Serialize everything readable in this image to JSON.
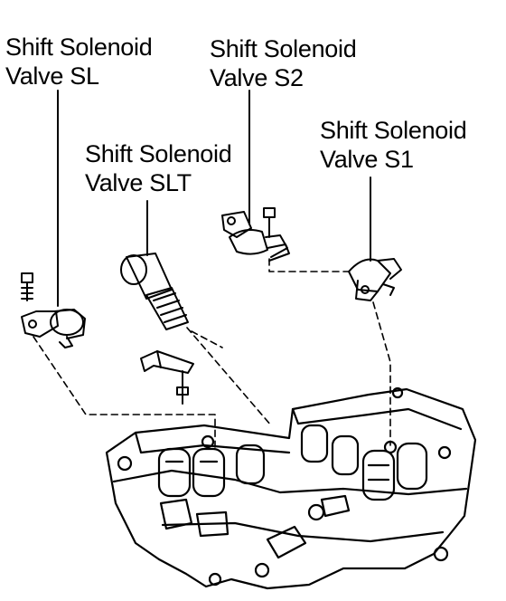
{
  "labels": {
    "sl": {
      "line1": "Shift Solenoid",
      "line2": "Valve SL"
    },
    "s2": {
      "line1": "Shift Solenoid",
      "line2": "Valve S2"
    },
    "slt": {
      "line1": "Shift Solenoid",
      "line2": "Valve SLT"
    },
    "s1": {
      "line1": "Shift Solenoid",
      "line2": "Valve S1"
    }
  },
  "colors": {
    "ink": "#000000",
    "paper": "#ffffff"
  }
}
